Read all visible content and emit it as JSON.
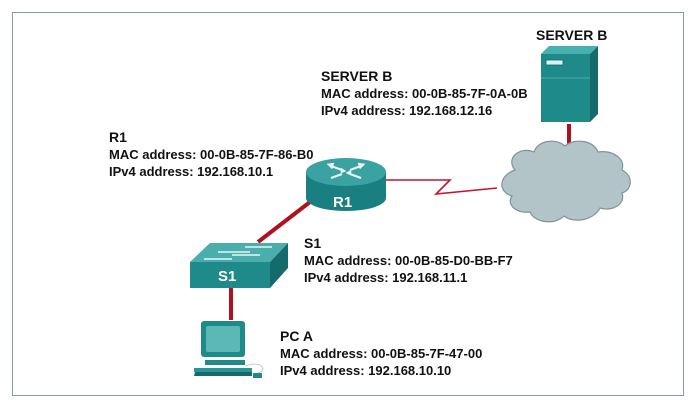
{
  "diagram": {
    "title": "Network topology",
    "colors": {
      "device": "#1f8a8a",
      "device_dark": "#156a6b",
      "device_light": "#48b0ae",
      "link": "#b0101f",
      "cloud_fill": "#b3c4c8",
      "cloud_stroke": "#7e9498",
      "frame": "#8a9aa6"
    },
    "devices": {
      "server": {
        "icon_label": "SERVER B",
        "name": "SERVER B",
        "mac": "MAC address: 00-0B-85-7F-0A-0B",
        "ipv4": "IPv4 address: 192.168.12.16"
      },
      "router": {
        "icon_label": "R1",
        "name": "R1",
        "mac": "MAC address: 00-0B-85-7F-86-B0",
        "ipv4": "IPv4 address: 192.168.10.1"
      },
      "switch": {
        "icon_label": "S1",
        "name": "S1",
        "mac": "MAC address: 00-0B-85-D0-BB-F7",
        "ipv4": "IPv4 address: 192.168.11.1"
      },
      "pc": {
        "name": "PC A",
        "mac": "MAC address: 00-0B-85-7F-47-00",
        "ipv4": "IPv4 address: 192.168.10.10"
      }
    },
    "links": [
      {
        "from": "PC A",
        "to": "S1",
        "type": "ethernet"
      },
      {
        "from": "S1",
        "to": "R1",
        "type": "ethernet"
      },
      {
        "from": "R1",
        "to": "cloud",
        "type": "serial"
      },
      {
        "from": "cloud",
        "to": "SERVER B",
        "type": "ethernet"
      }
    ]
  }
}
